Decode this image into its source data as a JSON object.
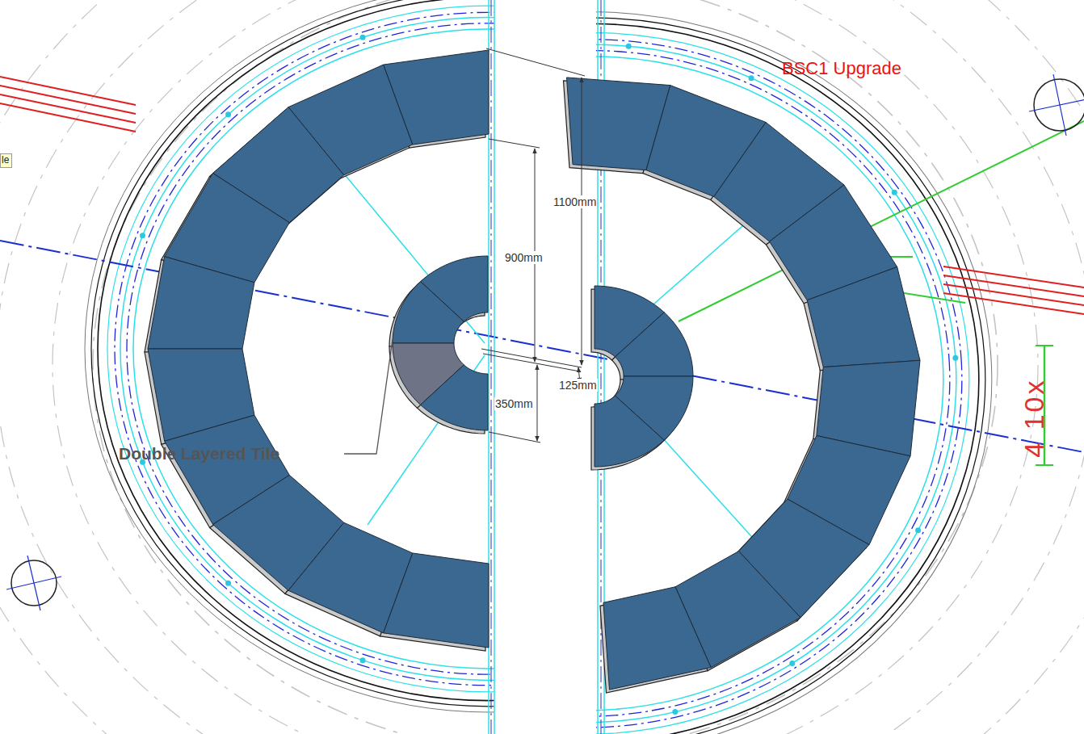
{
  "diagram": {
    "title": "BSC1 Upgrade",
    "labels": [
      "le",
      "1100mm",
      "900mm",
      "125mm",
      "350mm",
      "Double Layered Tile",
      "4 10x"
    ]
  }
}
